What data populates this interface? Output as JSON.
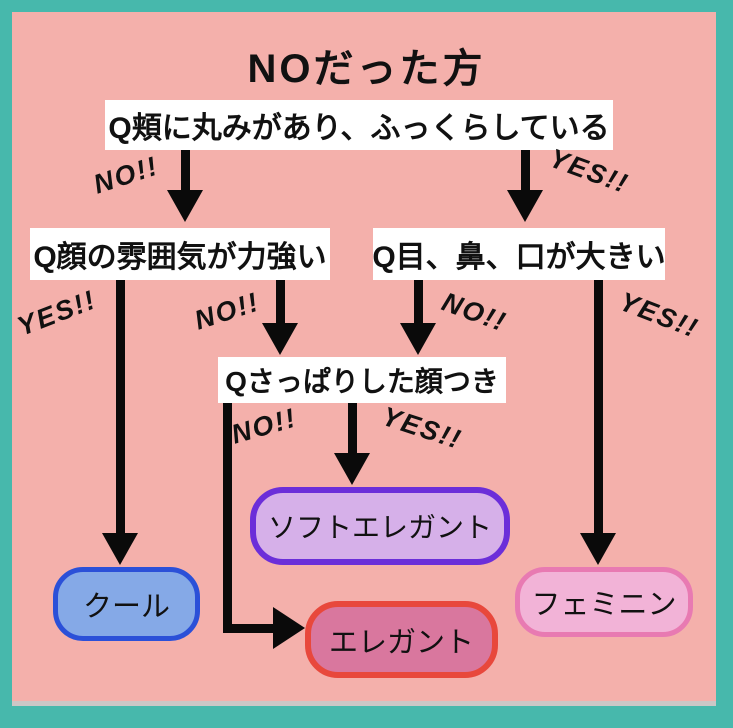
{
  "title": "NOだった方",
  "answer_labels": {
    "yes": "YES!!",
    "no": "NO!!"
  },
  "questions": {
    "q1": "Q頬に丸みがあり、ふっくらしている",
    "q2_left": "Q顔の雰囲気が力強い",
    "q2_right": "Q目、鼻、口が大きい",
    "q3": "Qさっぱりした顔つき"
  },
  "results": {
    "cool": {
      "label": "クール",
      "fill": "#85a9e7",
      "border": "#2b50d8"
    },
    "soft_elegant": {
      "label": "ソフトエレガント",
      "fill": "#d6b0e9",
      "border": "#6b2ed9"
    },
    "elegant": {
      "label": "エレガント",
      "fill": "#d9779e",
      "border": "#e8483c"
    },
    "feminine": {
      "label": "フェミニン",
      "fill": "#f2b3d7",
      "border": "#e87ab2"
    }
  },
  "colors": {
    "frame": "#47b8ac",
    "panel": "#f4b0ab",
    "question_bg": "#ffffff",
    "text": "#111111",
    "arrow": "#0a0a0a"
  }
}
